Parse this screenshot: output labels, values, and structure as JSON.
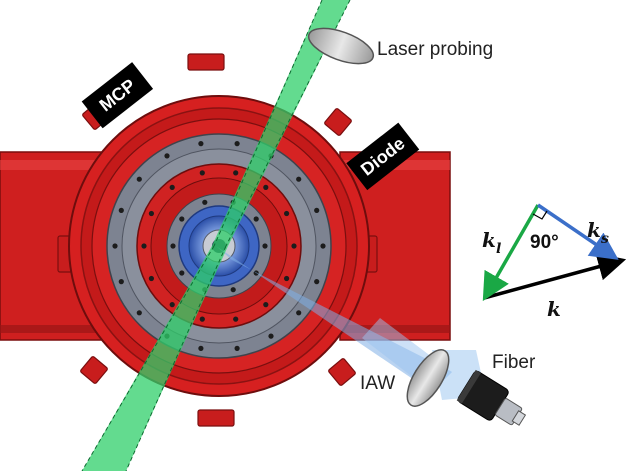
{
  "labels": {
    "laser_probing": "Laser probing",
    "mcp": "MCP",
    "diode": "Diode",
    "fiber": "Fiber",
    "iaw": "IAW"
  },
  "vector_diagram": {
    "k_l": "k",
    "k_l_sub": "l",
    "k_s": "k",
    "k_s_sub": "s",
    "k": "k",
    "angle": "90°"
  },
  "colors": {
    "chamber_red": "#d62020",
    "beam_green": "#2fcf6a",
    "scatter_blue": "#7faee6",
    "ring_gray": "#7d8391",
    "vec_green": "#1aa845",
    "vec_blue": "#3b6fc9",
    "vec_black": "#000000"
  }
}
